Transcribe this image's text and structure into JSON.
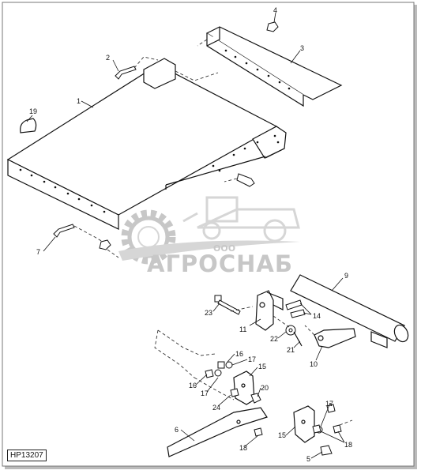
{
  "figure_id": "HP13207",
  "watermark": {
    "company_prefix": "ООО",
    "company_name": "АГРОСНАБ"
  },
  "callouts": [
    "1",
    "2",
    "3",
    "4",
    "5",
    "6",
    "7",
    "9",
    "10",
    "11",
    "14",
    "15",
    "16",
    "17",
    "18",
    "19",
    "20",
    "21",
    "22",
    "23",
    "24"
  ]
}
